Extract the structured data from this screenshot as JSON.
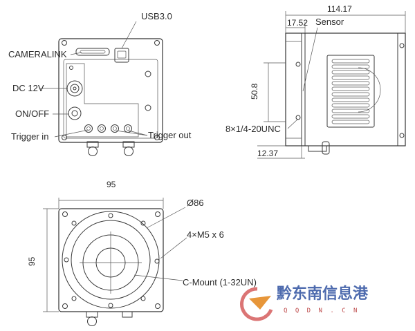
{
  "labels": {
    "usb": "USB3.0",
    "cameralink": "CAMERALINK",
    "dc": "DC 12V",
    "onoff": "ON/OFF",
    "trigger_in": "Trigger in",
    "trigger_out": "Trigger out",
    "sensor": "Sensor",
    "unc": "8×1/4-20UNC",
    "diameter": "Ø86",
    "m5": "4×M5  x 6",
    "cmount": "C-Mount  (1-32UN)"
  },
  "dimensions": {
    "side_length": "114.17",
    "sensor_offset": "17.52",
    "side_height": "50.8",
    "side_bottom": "12.37",
    "front_width": "95",
    "front_height": "95"
  },
  "watermark": {
    "text_cn": "黔东南信息港",
    "url": "Q Q D N . C N"
  }
}
